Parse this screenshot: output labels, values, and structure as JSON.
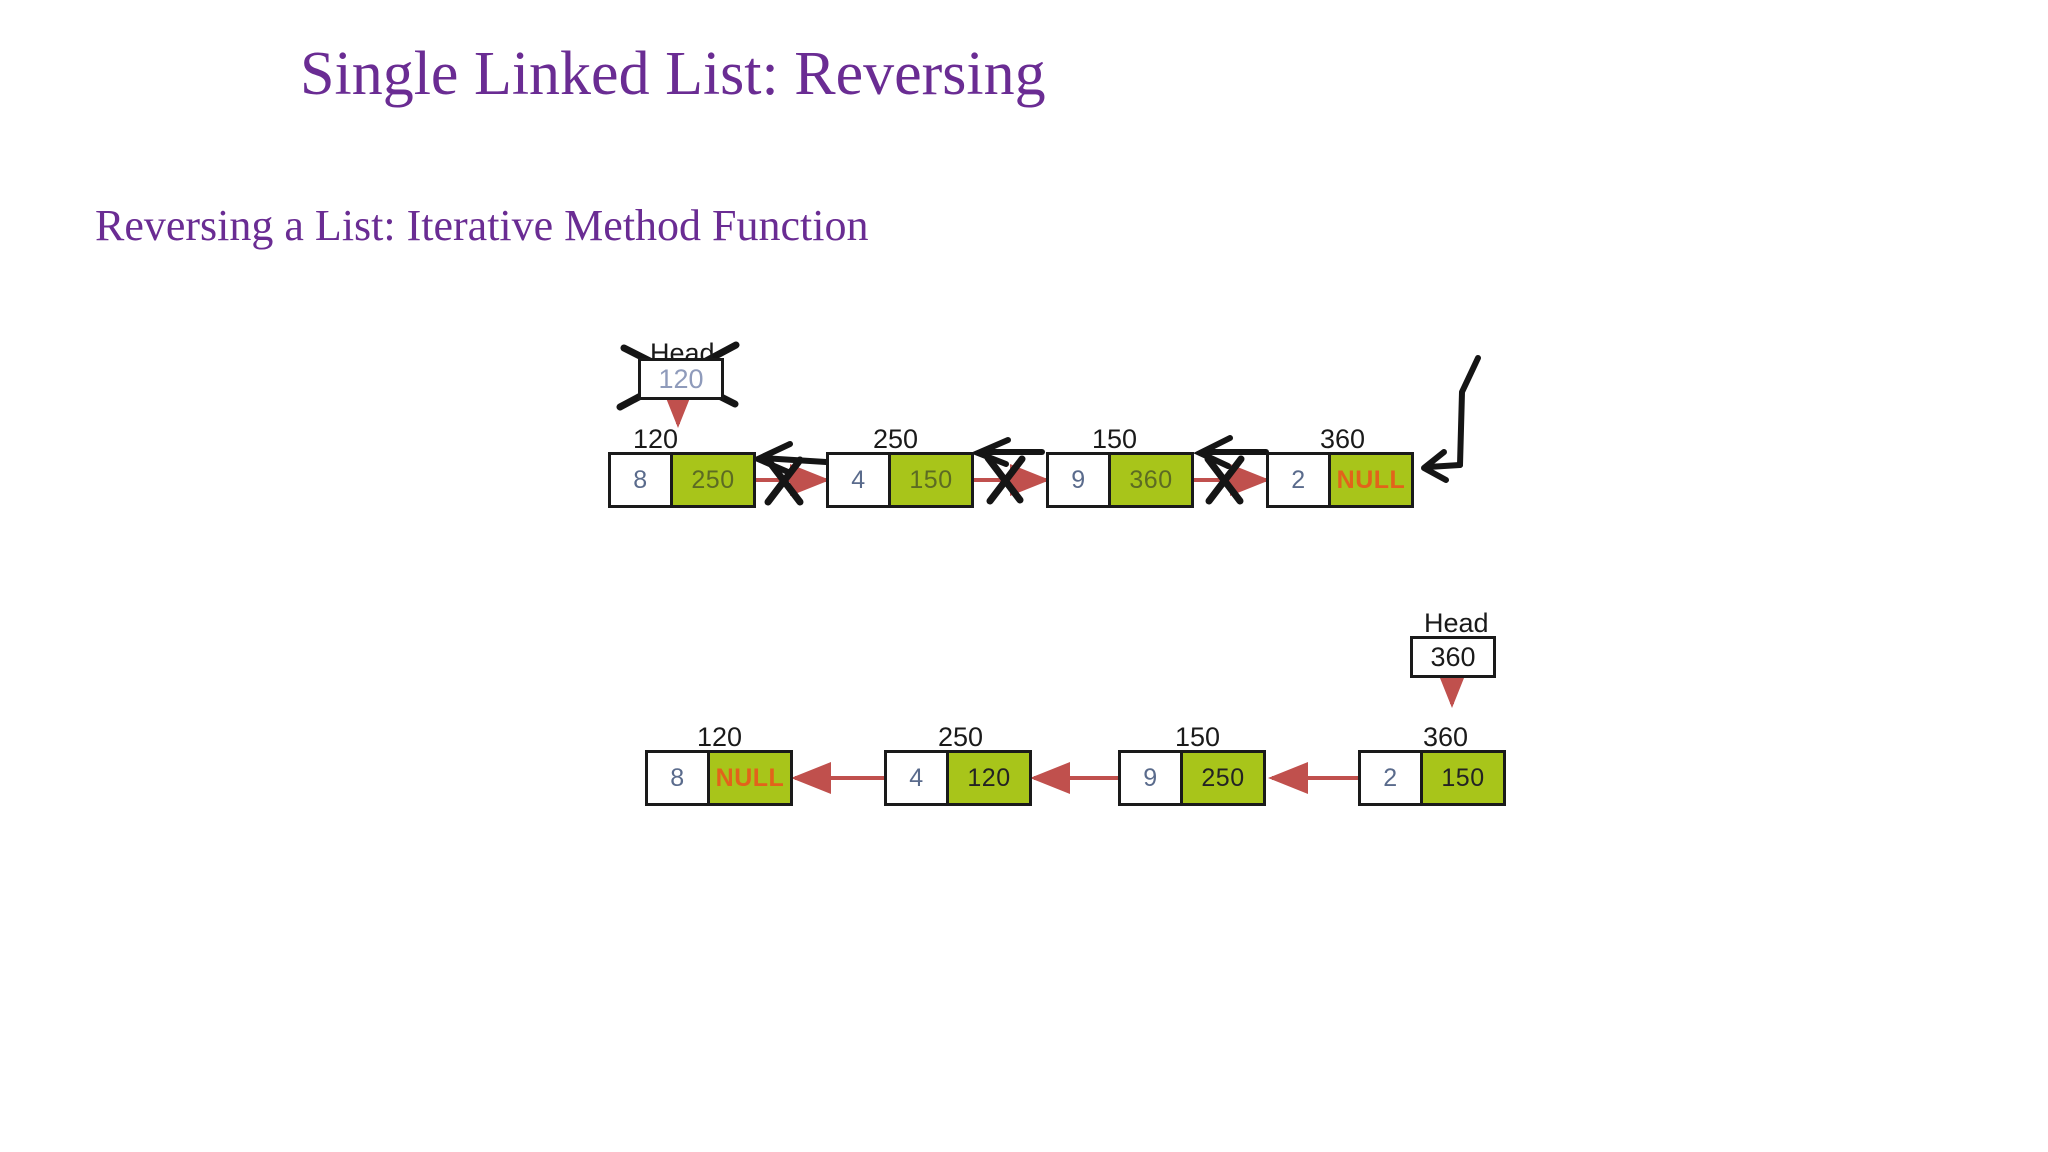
{
  "slide": {
    "title": "Single Linked List: Reversing",
    "subtitle": "Reversing a List: Iterative Method Function",
    "title_color": "#6A2C93",
    "background": "#ffffff"
  },
  "palette": {
    "node_border": "#1a1a1a",
    "address_cell_fill": "#A8C51A",
    "data_text": "#5a6b8c",
    "address_text": "#5c6b23",
    "null_text": "#E2631B",
    "pointer_arrow": "#C0504D",
    "annotation_ink": "#1a1a1a"
  },
  "diagram_before": {
    "caption_role": "original-list-with-annotations",
    "head": {
      "label": "Head",
      "value": "120",
      "struck_out": true
    },
    "nodes": [
      {
        "address_label": "120",
        "data": "8",
        "next": "250",
        "next_struck": false,
        "next_is_null": false
      },
      {
        "address_label": "250",
        "data": "4",
        "next": "150",
        "next_struck": false,
        "next_is_null": false
      },
      {
        "address_label": "150",
        "data": "9",
        "next": "360",
        "next_struck": true,
        "next_is_null": false
      },
      {
        "address_label": "360",
        "data": "2",
        "next": "NULL",
        "next_struck": true,
        "next_is_null": true
      }
    ],
    "link_annotations": [
      {
        "forward_arrow": "crossed-out",
        "reverse_arrow": "drawn"
      },
      {
        "forward_arrow": "crossed-out",
        "reverse_arrow": "drawn"
      },
      {
        "forward_arrow": "crossed-out",
        "reverse_arrow": "drawn"
      }
    ],
    "tail_hook_arrow": "hand-drawn-hook-pointing-left"
  },
  "diagram_after": {
    "caption_role": "reversed-list",
    "head": {
      "label": "Head",
      "value": "360",
      "struck_out": false
    },
    "nodes": [
      {
        "address_label": "120",
        "data": "8",
        "next": "NULL",
        "next_is_null": true
      },
      {
        "address_label": "250",
        "data": "4",
        "next": "120",
        "next_is_null": false
      },
      {
        "address_label": "150",
        "data": "9",
        "next": "250",
        "next_is_null": false
      },
      {
        "address_label": "360",
        "data": "2",
        "next": "150",
        "next_is_null": false
      }
    ],
    "arrow_direction": "right-to-left"
  }
}
